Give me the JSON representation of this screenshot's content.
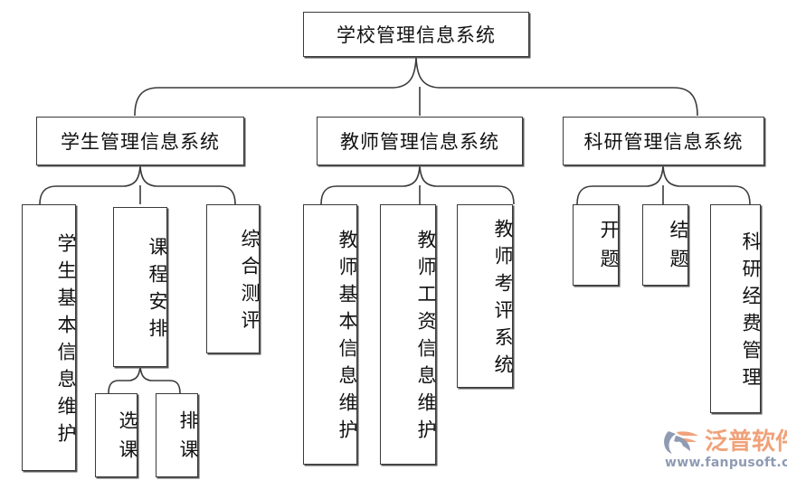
{
  "diagram": {
    "title": "学校管理信息系统",
    "root": {
      "label": "学校管理信息系统"
    },
    "level2": [
      {
        "label": "学生管理信息系统"
      },
      {
        "label": "教师管理信息系统"
      },
      {
        "label": "科研管理信息系统"
      }
    ],
    "student_children": [
      {
        "label": "学生基本信息维护"
      },
      {
        "label": "课程安排"
      },
      {
        "label": "综合测评"
      }
    ],
    "course_children": [
      {
        "label": "选课"
      },
      {
        "label": "排课"
      }
    ],
    "teacher_children": [
      {
        "label": "教师基本信息维护"
      },
      {
        "label": "教师工资信息维护"
      },
      {
        "label": "教师考评系统"
      }
    ],
    "research_children": [
      {
        "label": "开题"
      },
      {
        "label": "结题"
      },
      {
        "label": "科研经费管理"
      }
    ]
  },
  "watermark": {
    "brand": "泛普软件",
    "url": "www.fanpusoft.com",
    "brand_color": "#f0a27a",
    "url_color": "#8f9bb3"
  },
  "style": {
    "background": "#ffffff",
    "line_color": "#3a3a3a",
    "text_color": "#111111"
  }
}
